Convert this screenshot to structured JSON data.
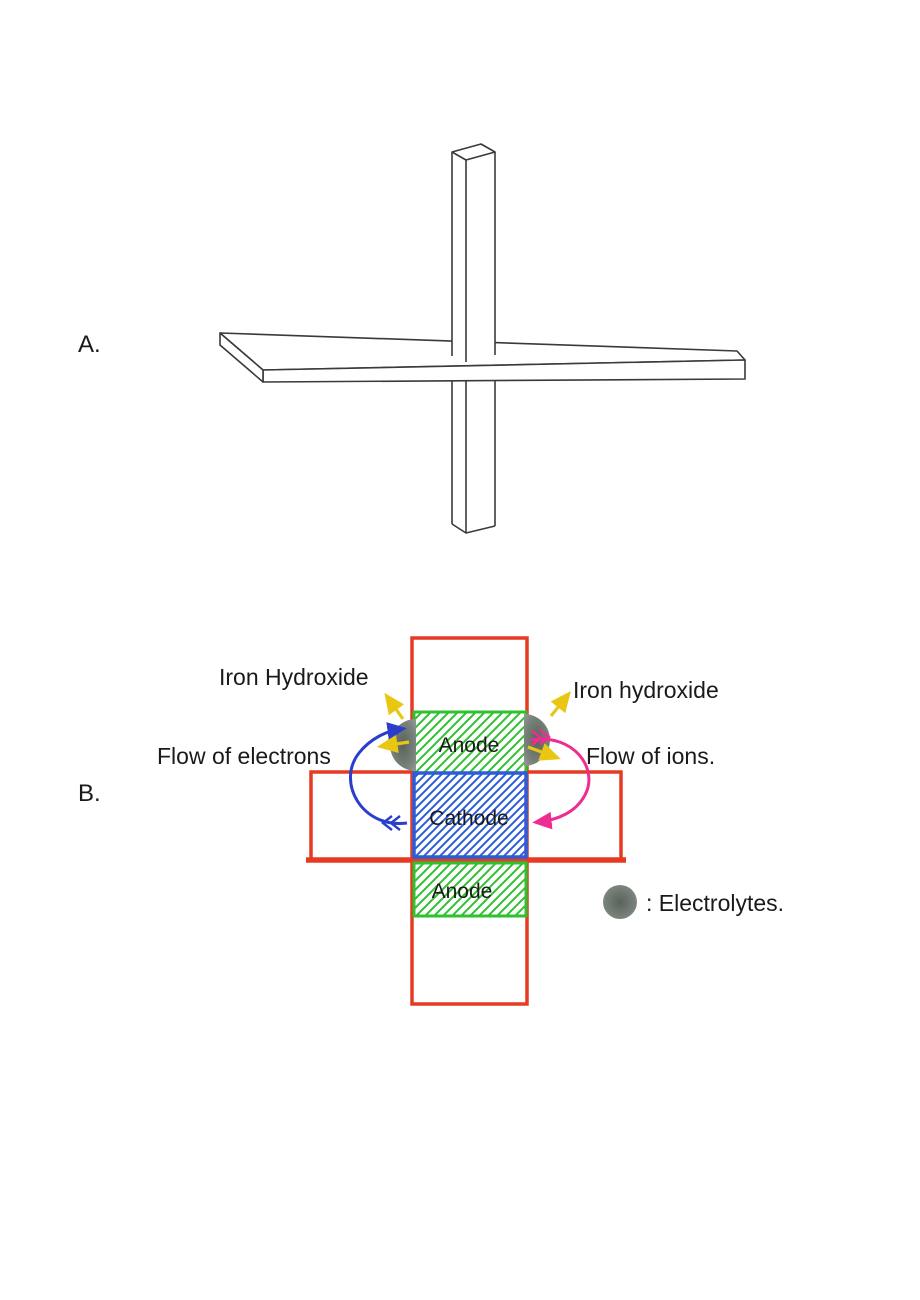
{
  "figure": {
    "panel_a": {
      "label": "A.",
      "colors": {
        "outline": "#3a3a3a"
      }
    },
    "panel_b": {
      "label": "B.",
      "annotations": {
        "iron_hydroxide_left": "Iron Hydroxide",
        "iron_hydroxide_right": "Iron hydroxide",
        "flow_of_electrons": "Flow of electrons",
        "flow_of_ions": "Flow of ions.",
        "electrolytes_legend": ": Electrolytes."
      },
      "regions": {
        "anode_top": "Anode",
        "cathode": "Cathode",
        "anode_bottom": "Anode"
      },
      "colors": {
        "cross_outline": "#e63a22",
        "anode_green": "#2fc12f",
        "cathode_blue": "#2c5dd8",
        "electron_flow_blue": "#2a3ecb",
        "ion_flow_pink": "#ee2d92",
        "hydroxide_yellow": "#e8c713",
        "electrolyte_gray_dark": "#59625b",
        "electrolyte_gray_mid": "#78817a",
        "electrolyte_gray_light": "#9aa29b",
        "text_black": "#1a1a1a"
      }
    }
  }
}
